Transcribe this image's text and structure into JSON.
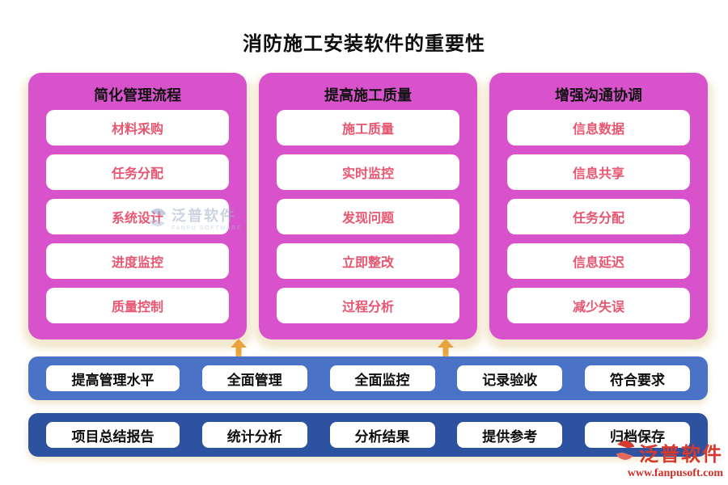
{
  "title": "消防施工安装软件的重要性",
  "columns": [
    {
      "header": "简化管理流程",
      "items": [
        "材料采购",
        "任务分配",
        "系统设计",
        "进度监控",
        "质量控制"
      ]
    },
    {
      "header": "提高施工质量",
      "items": [
        "施工质量",
        "实时监控",
        "发现问题",
        "立即整改",
        "过程分析"
      ]
    },
    {
      "header": "增强沟通协调",
      "items": [
        "信息数据",
        "信息共享",
        "任务分配",
        "信息延迟",
        "减少失误"
      ]
    }
  ],
  "bars": [
    {
      "items": [
        "提高管理水平",
        "全面管理",
        "全面监控",
        "记录验收",
        "符合要求"
      ]
    },
    {
      "items": [
        "项目总结报告",
        "统计分析",
        "分析结果",
        "提供参考",
        "归档保存"
      ]
    }
  ],
  "watermark": {
    "name": "泛普软件",
    "subtitle": "FANPU SOFTWARE"
  },
  "footer_logo": {
    "name": "泛普软件",
    "url": "www.fanpusoft.com"
  },
  "colors": {
    "magenta": "#d853cb",
    "item-text": "#e85570",
    "bar1": "#4a73c8",
    "bar2": "#2d52a0",
    "arrow": "#e8a33c",
    "glow": "#f3e8cf",
    "logo-red": "#d6392e"
  }
}
